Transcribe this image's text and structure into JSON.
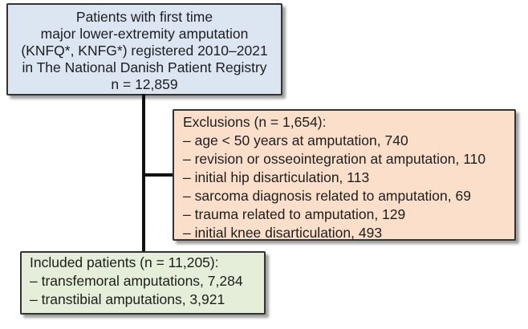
{
  "diagram": {
    "population_box": {
      "lines": [
        "Patients with first time",
        "major lower-extremity amputation",
        "(KNFQ*, KNFG*) registered 2010–2021",
        "in The National Danish Patient Registry",
        "n = 12,859"
      ],
      "n": "12,859"
    },
    "exclusions_box": {
      "title": "Exclusions (n = 1,654):",
      "n": "1,654",
      "items": [
        "– age < 50 years at amputation, 740",
        "– revision or osseointegration at amputation, 110",
        "– initial hip disarticulation, 113",
        "– sarcoma diagnosis related to amputation, 69",
        "– trauma related to amputation, 129",
        "– initial knee disarticulation, 493"
      ]
    },
    "included_box": {
      "title": "Included patients (n = 11,205):",
      "n": "11,205",
      "items": [
        "– transfemoral amputations, 7,284",
        "– transtibial amputations, 3,921"
      ]
    },
    "colors": {
      "population_fill": "#dce5f2",
      "exclusions_fill": "#fcdfca",
      "included_fill": "#e4eed8",
      "box_border": "#333333",
      "connector": "#111111",
      "text": "#1e1e1e"
    }
  }
}
